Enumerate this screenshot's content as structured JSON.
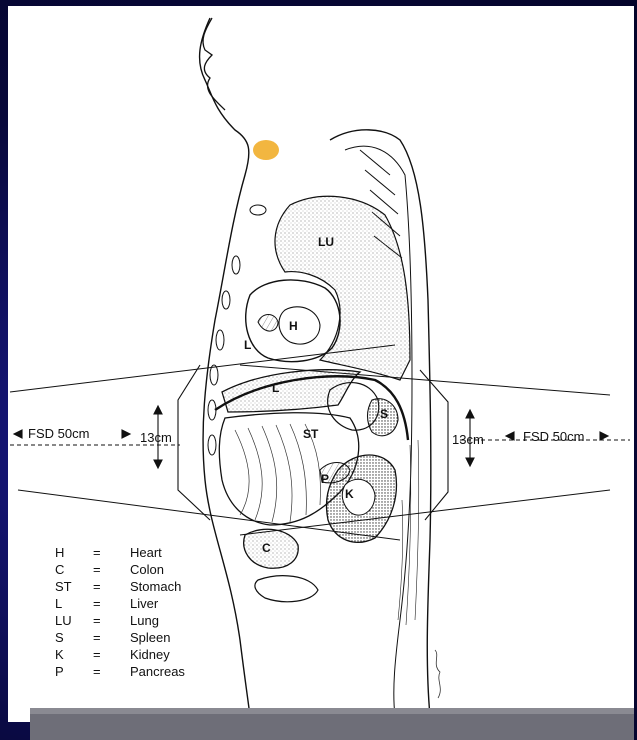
{
  "organ_labels": {
    "lung": "LU",
    "heart": "H",
    "liver": "L",
    "liver_upper": "L",
    "stomach": "ST",
    "spleen": "S",
    "pancreas": "P",
    "kidney": "K",
    "colon": "C"
  },
  "annotations": {
    "fsd_left": "FSD 50cm",
    "fsd_right": "FSD 50cm",
    "depth_left": "13cm",
    "depth_right": "13cm"
  },
  "legend": [
    {
      "abbr": "H",
      "eq": "=",
      "name": "Heart"
    },
    {
      "abbr": "C",
      "eq": "=",
      "name": "Colon"
    },
    {
      "abbr": "ST",
      "eq": "=",
      "name": "Stomach"
    },
    {
      "abbr": "L",
      "eq": "=",
      "name": "Liver"
    },
    {
      "abbr": "LU",
      "eq": "=",
      "name": "Lung"
    },
    {
      "abbr": "S",
      "eq": "=",
      "name": "Spleen"
    },
    {
      "abbr": "K",
      "eq": "=",
      "name": "Kidney"
    },
    {
      "abbr": "P",
      "eq": "=",
      "name": "Pancreas"
    }
  ],
  "colors": {
    "background": "#0a0a4a",
    "sheet": "#ffffff",
    "marker": "#f2b640",
    "ink": "#111111",
    "bar": "#6e6e78"
  }
}
